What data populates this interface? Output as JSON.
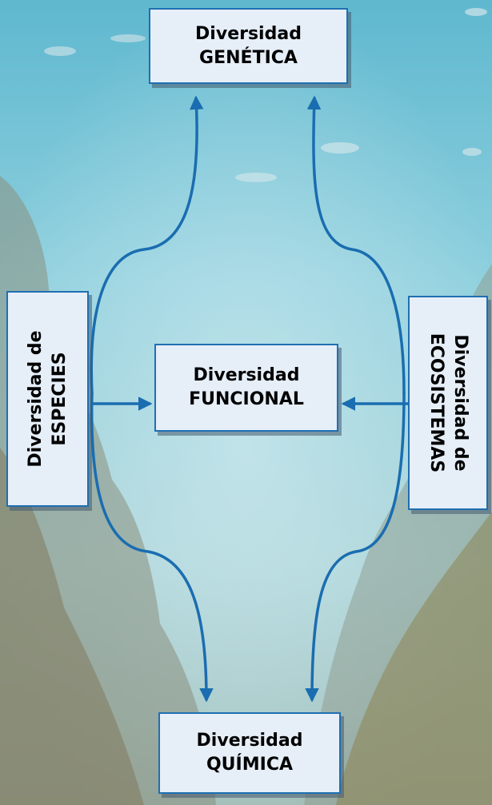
{
  "nodes": {
    "genetica": {
      "line1": "Diversidad",
      "line2": "GENÉTICA"
    },
    "funcional": {
      "line1": "Diversidad",
      "line2": "FUNCIONAL"
    },
    "quimica": {
      "line1": "Diversidad",
      "line2": "QUÍMICA"
    },
    "especies": {
      "line1": "Diversidad de",
      "line2": "ESPECIES"
    },
    "ecosistemas": {
      "line1": "Diversidad de",
      "line2": "ECOSISTEMAS"
    }
  },
  "colors": {
    "arrow": "#1a6db0",
    "box_fill": "#e6eef8",
    "box_border": "#1f6fb2"
  }
}
